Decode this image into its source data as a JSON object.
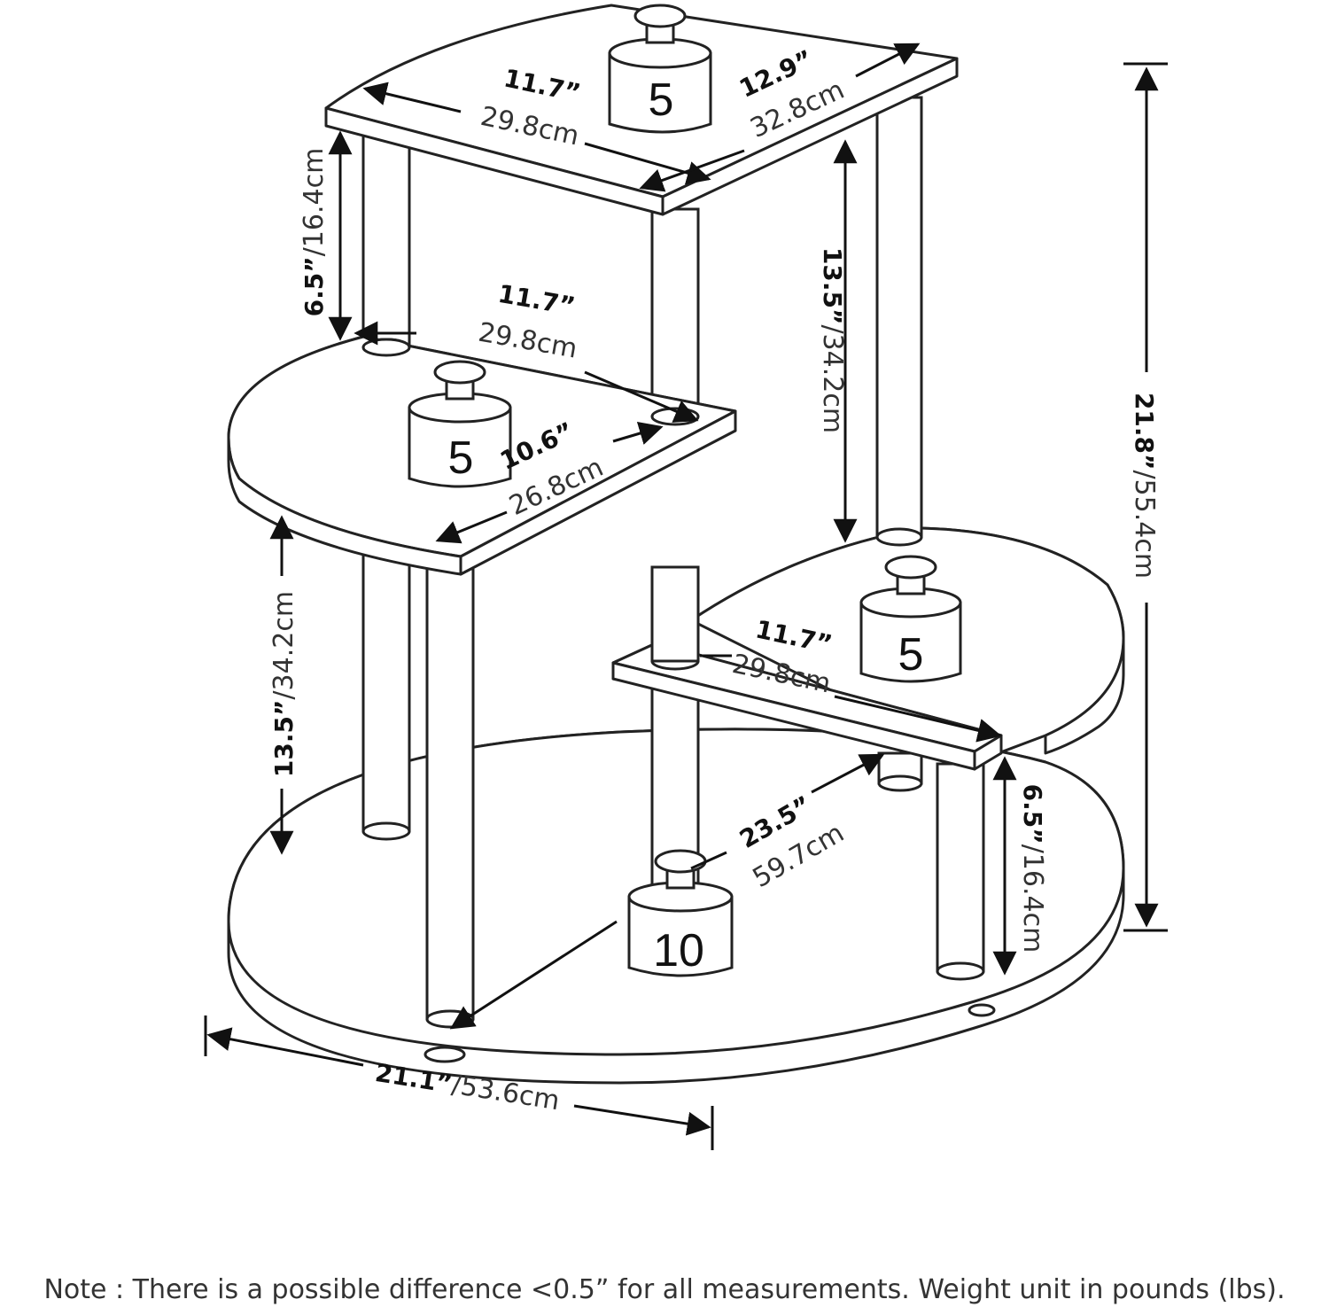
{
  "note": "Note : There is a possible difference <0.5” for all measurements. Weight unit in pounds (lbs).",
  "weights": {
    "top": "5",
    "second": "5",
    "third": "5",
    "base": "10"
  },
  "dimensions": {
    "top_width": {
      "in": "11.7”",
      "cm": "29.8cm"
    },
    "top_depth": {
      "in": "12.9”",
      "cm": "32.8cm"
    },
    "top_gap": {
      "in": "6.5”",
      "cm": "/16.4cm"
    },
    "second_width": {
      "in": "11.7”",
      "cm": "29.8cm"
    },
    "second_depth": {
      "in": "10.6”",
      "cm": "26.8cm"
    },
    "right_gap": {
      "in": "13.5”",
      "cm": "/34.2cm"
    },
    "left_gap": {
      "in": "13.5”",
      "cm": "/34.2cm"
    },
    "third_width": {
      "in": "11.7”",
      "cm": "29.8cm"
    },
    "base_gap": {
      "in": "6.5”",
      "cm": "/16.4cm"
    },
    "base_diag": {
      "in": "23.5”",
      "cm": "59.7cm"
    },
    "base_width": {
      "in": "21.1”",
      "cm": "/53.6cm"
    },
    "total_height": {
      "in": "21.8”",
      "cm": "/55.4cm"
    }
  }
}
